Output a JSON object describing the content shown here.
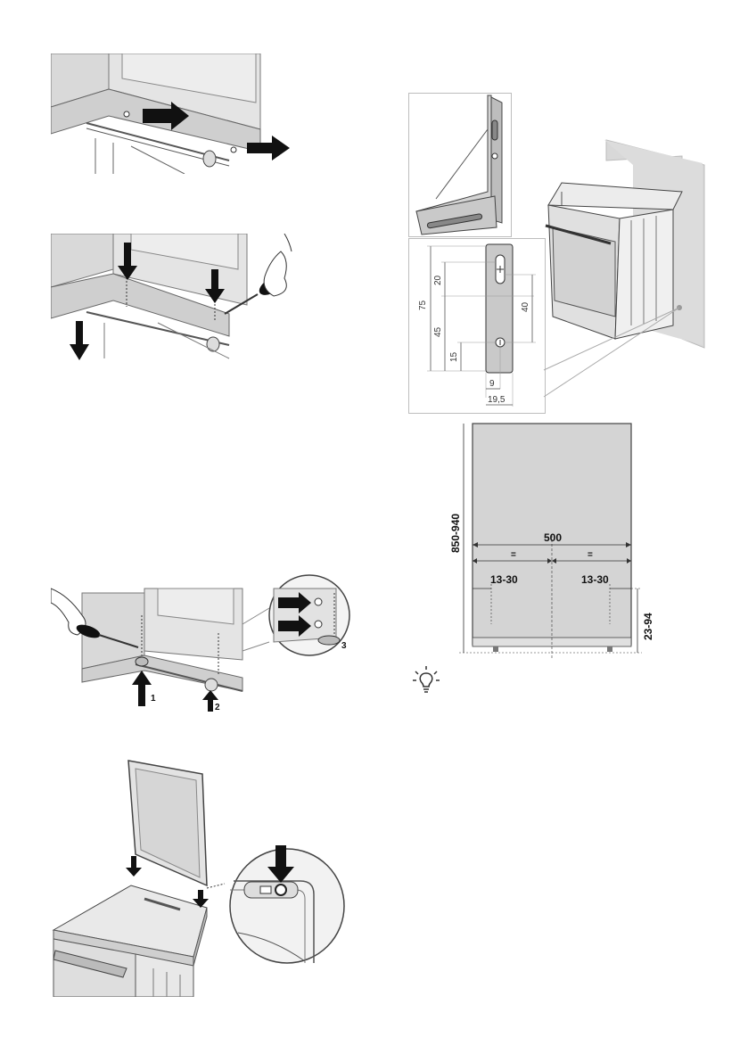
{
  "bracket": {
    "dims": {
      "d75": "75",
      "d20": "20",
      "d45": "45",
      "d15": "15",
      "d40": "40",
      "d9": "9",
      "d19_5": "19,5"
    }
  },
  "wall": {
    "height": "850-940",
    "width": "500",
    "eq_left": "=",
    "eq_right": "=",
    "offset_left": "13-30",
    "offset_right": "13-30",
    "foot": "23-94"
  },
  "callouts": {
    "c1": "1",
    "c2": "2",
    "c3": "3"
  },
  "icons": {
    "tip": "lightbulb-icon"
  }
}
